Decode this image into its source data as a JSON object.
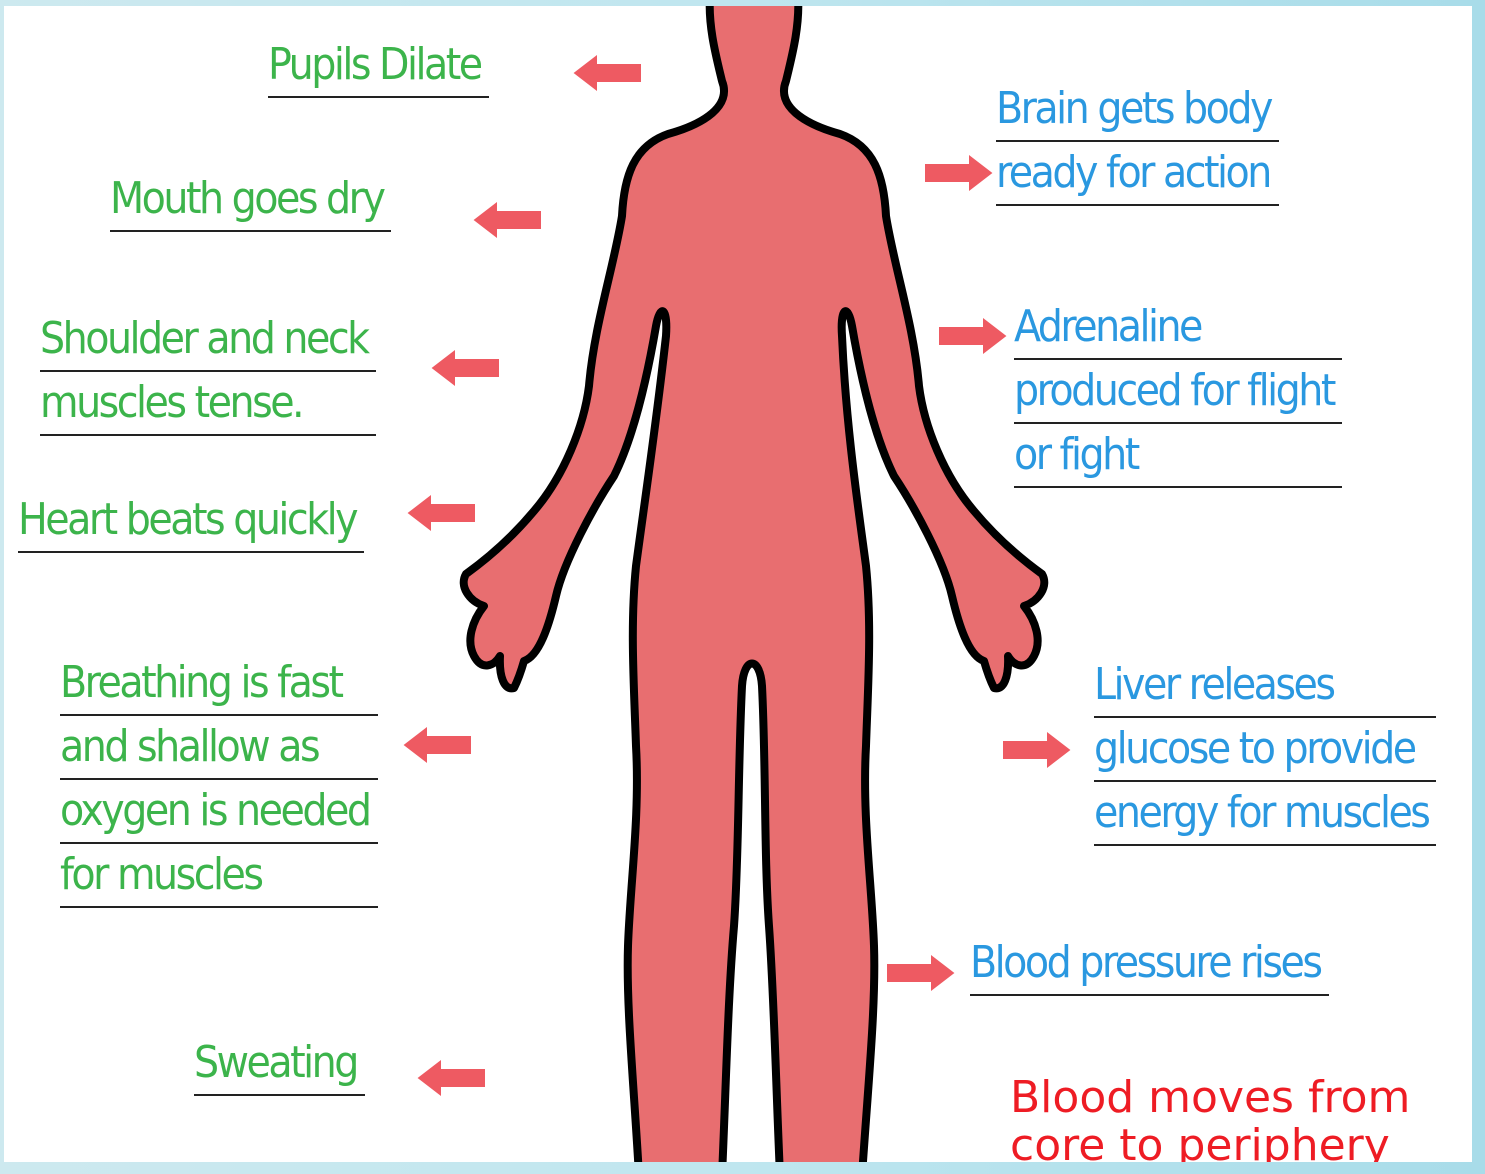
{
  "colors": {
    "figure_fill": "#e86e70",
    "figure_outline": "#000000",
    "left_labels": "#3cb44b",
    "right_labels": "#2a98e0",
    "arrows": "#ee5a62",
    "footnote": "#ee1c24",
    "background": "#bfe6ef"
  },
  "left_labels": [
    {
      "id": "pupils",
      "lines": [
        "Pupils Dilate"
      ]
    },
    {
      "id": "mouth",
      "lines": [
        "Mouth goes dry"
      ]
    },
    {
      "id": "shoulder",
      "lines": [
        "Shoulder and neck",
        "muscles tense."
      ]
    },
    {
      "id": "heart",
      "lines": [
        "Heart beats quickly"
      ]
    },
    {
      "id": "breathing",
      "lines": [
        "Breathing is fast",
        "and shallow as",
        "oxygen is needed",
        "for muscles"
      ]
    },
    {
      "id": "sweating",
      "lines": [
        "Sweating"
      ]
    }
  ],
  "right_labels": [
    {
      "id": "brain",
      "lines": [
        "Brain gets body",
        "ready for action"
      ]
    },
    {
      "id": "adrenaline",
      "lines": [
        "Adrenaline",
        "produced for flight",
        "or fight"
      ]
    },
    {
      "id": "liver",
      "lines": [
        "Liver releases",
        "glucose to provide",
        "energy for muscles"
      ]
    },
    {
      "id": "blood-pressure",
      "lines": [
        "Blood pressure rises"
      ]
    }
  ],
  "footnote": {
    "line1": "Blood moves from",
    "line2": "core to periphery"
  },
  "icons": {
    "left_arrow": "arrow-left-icon",
    "right_arrow": "arrow-right-icon"
  }
}
